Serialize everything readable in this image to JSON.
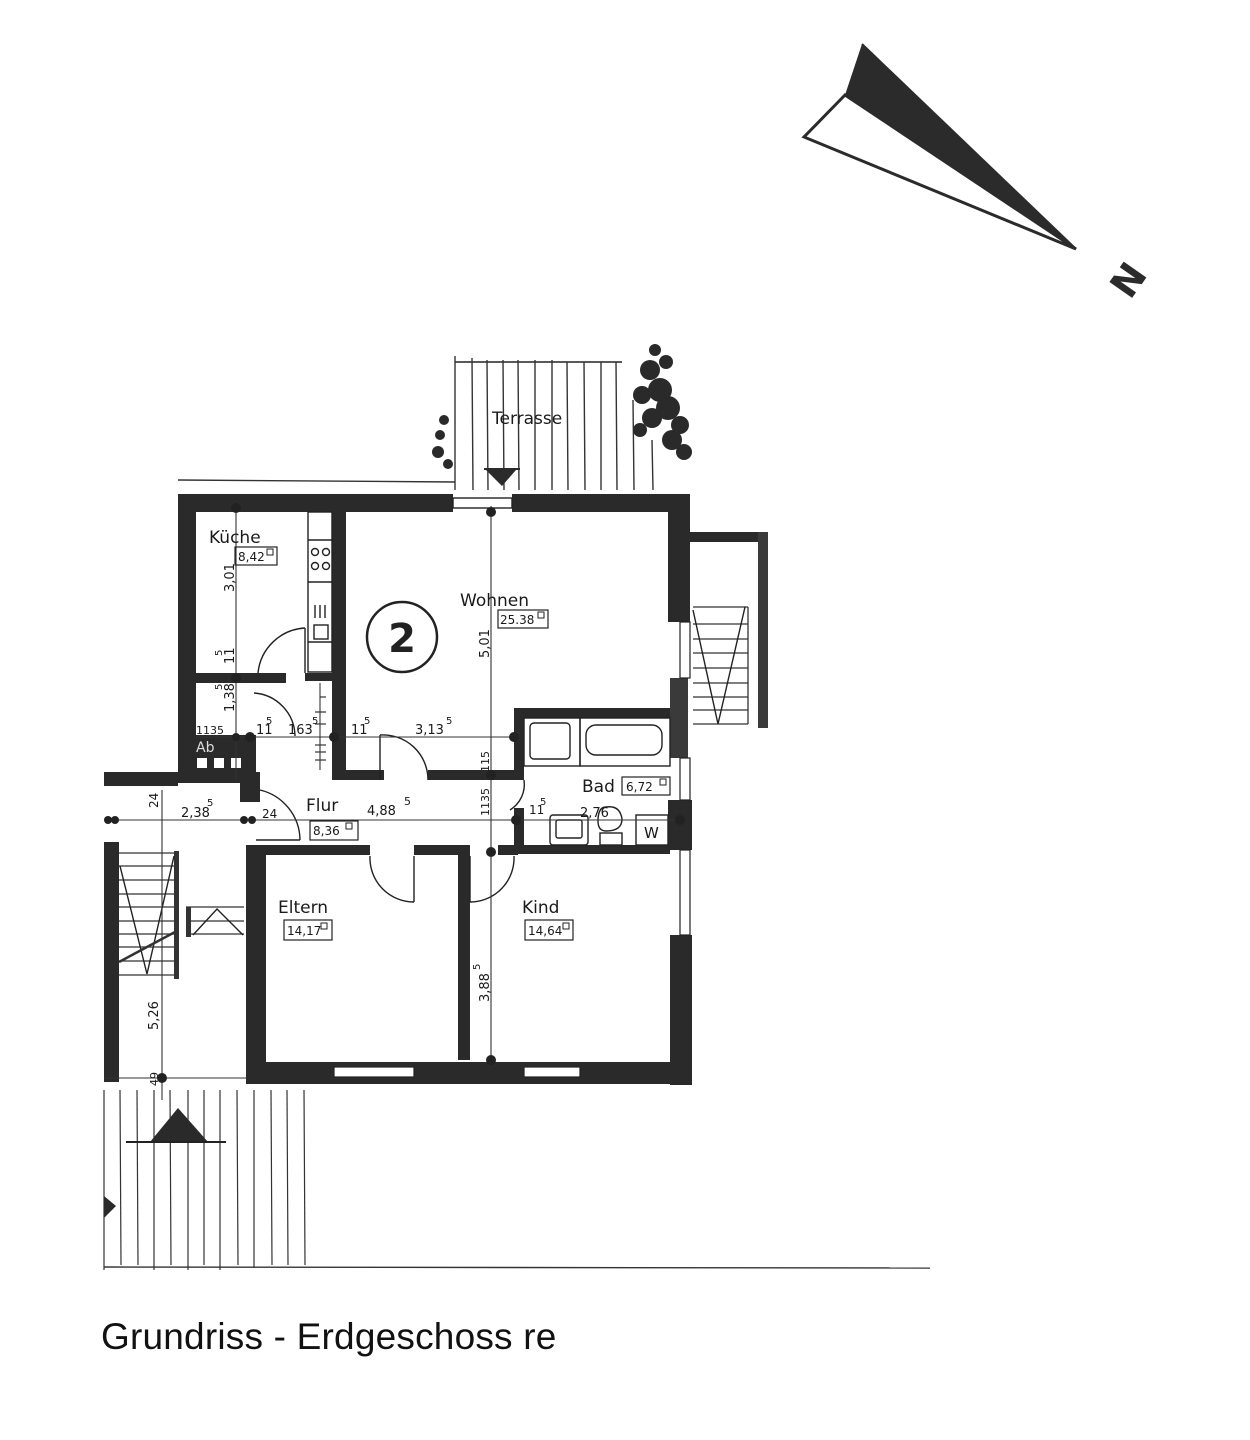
{
  "caption": "Grundriss - Erdgeschoss re",
  "unit_number": "2",
  "compass": {
    "label": "N"
  },
  "terrace": {
    "label": "Terrasse"
  },
  "rooms": [
    {
      "id": "kueche",
      "name": "Küche",
      "area": "8,42"
    },
    {
      "id": "wohnen",
      "name": "Wohnen",
      "area": "25.38"
    },
    {
      "id": "bad",
      "name": "Bad",
      "area": "6,72"
    },
    {
      "id": "flur",
      "name": "Flur",
      "area": "8,36"
    },
    {
      "id": "eltern",
      "name": "Eltern",
      "area": "14,17"
    },
    {
      "id": "kind",
      "name": "Kind",
      "area": "14,64"
    }
  ],
  "fixtures": {
    "washer": "W",
    "abstellraum": "Ab"
  },
  "dimensions": {
    "kueche_height": "3,01",
    "kueche_wall": "11",
    "kueche_wall_sup": "5",
    "ab_height": "1,38",
    "ab_height_sup": "5",
    "ab_left": "1135",
    "ab_wall": "11",
    "ab_wall_sup": "5",
    "ab_width": "163",
    "ab_width_sup": "5",
    "wohnen_wall": "11",
    "wohnen_wall_sup": "5",
    "wohnen_width": "3,13",
    "wohnen_width_sup": "5",
    "wohnen_height": "5,01",
    "wohnen_wall_v": "115",
    "flur_width": "4,88",
    "flur_width_sup": "5",
    "flur_v": "1135",
    "stair_width": "2,38",
    "stair_width_sup": "5",
    "stair_left_24": "24",
    "stair_right_24": "24",
    "bad_wall": "11",
    "bad_wall_sup": "5",
    "bad_width": "2,76",
    "kind_height": "3,88",
    "kind_height_sup": "5",
    "stair_height": "5,26",
    "stair_bottom": "49"
  }
}
